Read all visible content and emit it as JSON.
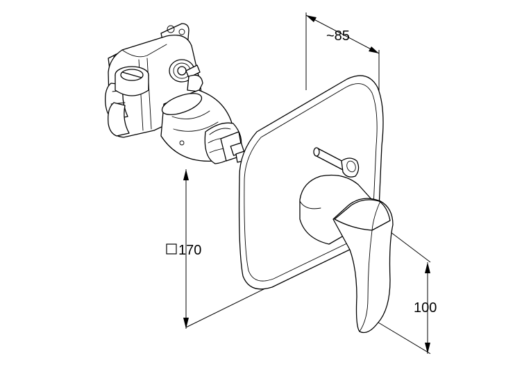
{
  "dimensions": {
    "depth": "~85",
    "plate_size": "170",
    "handle_height": "100"
  },
  "icons": {
    "square_symbol": "square-dimension-icon"
  },
  "colors": {
    "line": "#000000",
    "background": "#ffffff"
  }
}
